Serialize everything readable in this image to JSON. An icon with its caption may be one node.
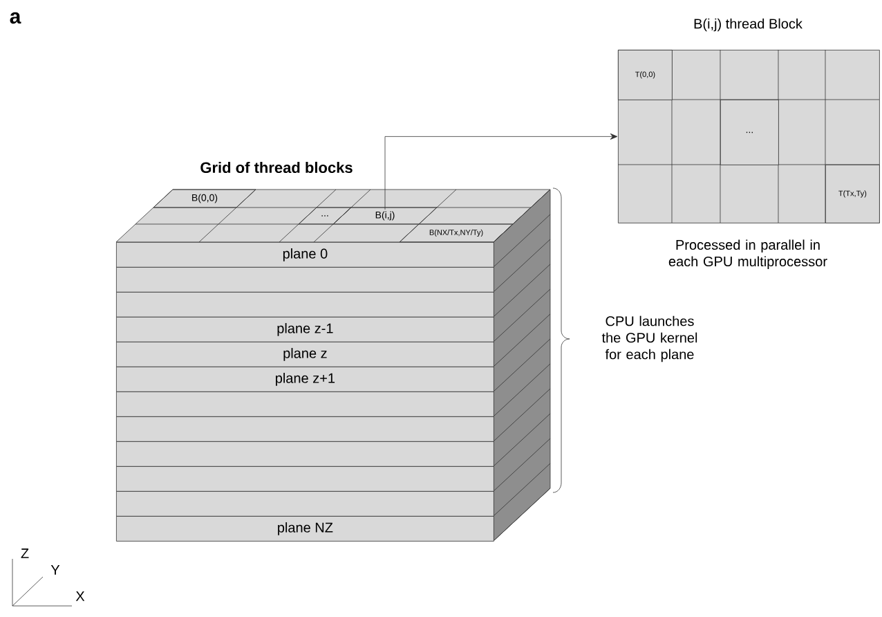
{
  "diagram": {
    "nodes": [
      {
        "text": [
          "Grid of thread blocks"
        ]
      },
      {
        "text": [
          "B(0,0)"
        ],
        "in": 0
      },
      {
        "text": [
          "..."
        ],
        "in": 0
      },
      {
        "text": [
          "B(i,j)"
        ],
        "in": 0
      },
      {
        "text": [
          "B(NX/Tx,NY/Ty)"
        ],
        "in": 0
      },
      {
        "text": [
          "plane 0"
        ],
        "in": 0
      },
      {
        "text": [],
        "shape": "bar",
        "in": 0
      },
      {
        "text": [],
        "shape": "bar",
        "in": 0
      },
      {
        "text": [
          "plane z-1"
        ],
        "in": 0
      },
      {
        "text": [
          "plane z"
        ],
        "in": 0
      },
      {
        "text": [
          "plane z+1"
        ],
        "in": 0
      },
      {
        "text": [],
        "shape": "bar",
        "in": 0
      },
      {
        "text": [],
        "shape": "bar",
        "in": 0
      },
      {
        "text": [],
        "shape": "bar",
        "in": 0
      },
      {
        "text": [],
        "shape": "bar",
        "in": 0
      },
      {
        "text": [],
        "shape": "bar",
        "in": 0
      },
      {
        "text": [
          "plane NZ"
        ],
        "in": 0
      },
      {
        "text": [
          "B(i,j) thread Block"
        ],
        "beside": [
          "Processed in parallel in each GPU multiprocessor"
        ]
      },
      {
        "text": [
          "T(0,0)"
        ],
        "in": 17
      },
      {
        "text": [
          "..."
        ],
        "in": 17
      },
      {
        "text": [
          "T(Tx,Ty)"
        ],
        "in": 17
      }
    ],
    "edges": [
      {
        "from": 3,
        "to": 17,
        "arrow": "to"
      }
    ],
    "labels": [
      "a",
      "CPU launches the GPU kernel for each plane",
      "Z",
      "Y",
      "X"
    ]
  }
}
